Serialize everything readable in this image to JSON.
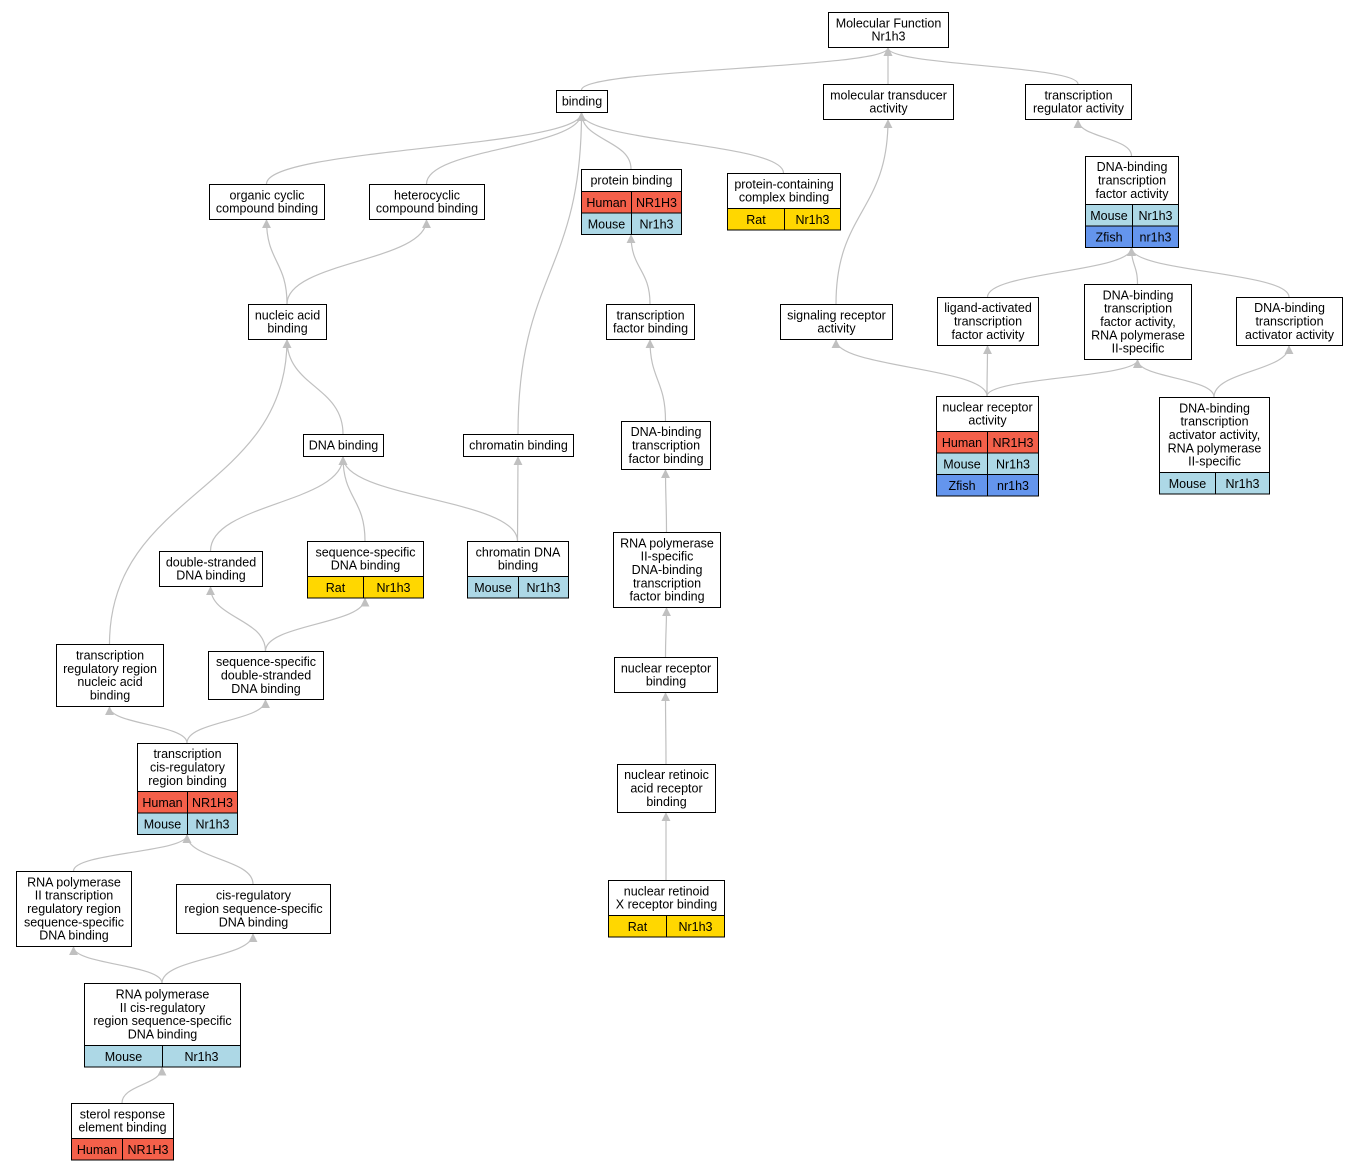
{
  "colors": {
    "Human": "#f4604a",
    "Mouse": "#add8e6",
    "Rat": "#ffd700",
    "Zfish": "#6495ed",
    "edge": "#c0c0c0",
    "arrow": "#c0c0c0"
  },
  "nodes": [
    {
      "id": "mf",
      "lines": [
        "Molecular Function",
        "Nr1h3"
      ],
      "species": []
    },
    {
      "id": "binding",
      "lines": [
        "binding"
      ],
      "species": []
    },
    {
      "id": "mta",
      "lines": [
        "molecular transducer",
        "activity"
      ],
      "species": []
    },
    {
      "id": "tra",
      "lines": [
        "transcription",
        "regulator activity"
      ],
      "species": []
    },
    {
      "id": "occb",
      "lines": [
        "organic cyclic",
        "compound binding"
      ],
      "species": []
    },
    {
      "id": "hccb",
      "lines": [
        "heterocyclic",
        "compound binding"
      ],
      "species": []
    },
    {
      "id": "pb",
      "lines": [
        "protein binding"
      ],
      "species": [
        [
          "Human",
          "NR1H3"
        ],
        [
          "Mouse",
          "Nr1h3"
        ]
      ]
    },
    {
      "id": "pccb",
      "lines": [
        "protein-containing",
        "complex binding"
      ],
      "species": [
        [
          "Rat",
          "Nr1h3"
        ]
      ]
    },
    {
      "id": "dbtfa",
      "lines": [
        "DNA-binding",
        "transcription",
        "factor activity"
      ],
      "species": [
        [
          "Mouse",
          "Nr1h3"
        ],
        [
          "Zfish",
          "nr1h3"
        ]
      ]
    },
    {
      "id": "nab",
      "lines": [
        "nucleic acid",
        "binding"
      ],
      "species": []
    },
    {
      "id": "tfb",
      "lines": [
        "transcription",
        "factor binding"
      ],
      "species": []
    },
    {
      "id": "sra",
      "lines": [
        "signaling receptor",
        "activity"
      ],
      "species": []
    },
    {
      "id": "latfa",
      "lines": [
        "ligand-activated",
        "transcription",
        "factor activity"
      ],
      "species": []
    },
    {
      "id": "dbtfap2",
      "lines": [
        "DNA-binding",
        "transcription",
        "factor activity,",
        "RNA polymerase",
        "II-specific"
      ],
      "species": []
    },
    {
      "id": "dbtaa",
      "lines": [
        "DNA-binding",
        "transcription",
        "activator activity"
      ],
      "species": []
    },
    {
      "id": "dnab",
      "lines": [
        "DNA binding"
      ],
      "species": []
    },
    {
      "id": "chb",
      "lines": [
        "chromatin binding"
      ],
      "species": []
    },
    {
      "id": "dbtfb",
      "lines": [
        "DNA-binding",
        "transcription",
        "factor binding"
      ],
      "species": []
    },
    {
      "id": "nra",
      "lines": [
        "nuclear receptor",
        "activity"
      ],
      "species": [
        [
          "Human",
          "NR1H3"
        ],
        [
          "Mouse",
          "Nr1h3"
        ],
        [
          "Zfish",
          "nr1h3"
        ]
      ]
    },
    {
      "id": "dbtaap2",
      "lines": [
        "DNA-binding",
        "transcription",
        "activator activity,",
        "RNA polymerase",
        "II-specific"
      ],
      "species": [
        [
          "Mouse",
          "Nr1h3"
        ]
      ]
    },
    {
      "id": "dsdb",
      "lines": [
        "double-stranded",
        "DNA binding"
      ],
      "species": []
    },
    {
      "id": "ssdb",
      "lines": [
        "sequence-specific",
        "DNA binding"
      ],
      "species": [
        [
          "Rat",
          "Nr1h3"
        ]
      ]
    },
    {
      "id": "chdb",
      "lines": [
        "chromatin DNA",
        "binding"
      ],
      "species": [
        [
          "Mouse",
          "Nr1h3"
        ]
      ]
    },
    {
      "id": "rp2dbtfb",
      "lines": [
        "RNA polymerase",
        "II-specific",
        "DNA-binding",
        "transcription",
        "factor binding"
      ],
      "species": []
    },
    {
      "id": "trrnab",
      "lines": [
        "transcription",
        "regulatory region",
        "nucleic acid",
        "binding"
      ],
      "species": []
    },
    {
      "id": "ssdsdb",
      "lines": [
        "sequence-specific",
        "double-stranded",
        "DNA binding"
      ],
      "species": []
    },
    {
      "id": "nrb",
      "lines": [
        "nuclear receptor",
        "binding"
      ],
      "species": []
    },
    {
      "id": "tcrrb",
      "lines": [
        "transcription",
        "cis-regulatory",
        "region binding"
      ],
      "species": [
        [
          "Human",
          "NR1H3"
        ],
        [
          "Mouse",
          "Nr1h3"
        ]
      ]
    },
    {
      "id": "nrarb",
      "lines": [
        "nuclear retinoic",
        "acid receptor",
        "binding"
      ],
      "species": []
    },
    {
      "id": "rp2trr",
      "lines": [
        "RNA polymerase",
        "II transcription",
        "regulatory region",
        "sequence-specific",
        "DNA binding"
      ],
      "species": []
    },
    {
      "id": "crrss",
      "lines": [
        "cis-regulatory",
        "region sequence-specific",
        "DNA binding"
      ],
      "species": []
    },
    {
      "id": "nrxrb",
      "lines": [
        "nuclear retinoid",
        "X receptor binding"
      ],
      "species": [
        [
          "Rat",
          "Nr1h3"
        ]
      ]
    },
    {
      "id": "rp2crr",
      "lines": [
        "RNA polymerase",
        "II cis-regulatory",
        "region sequence-specific",
        "DNA binding"
      ],
      "species": [
        [
          "Mouse",
          "Nr1h3"
        ]
      ]
    },
    {
      "id": "sreb",
      "lines": [
        "sterol response",
        "element binding"
      ],
      "species": [
        [
          "Human",
          "NR1H3"
        ]
      ]
    }
  ],
  "edges": [
    [
      "binding",
      "mf"
    ],
    [
      "mta",
      "mf"
    ],
    [
      "tra",
      "mf"
    ],
    [
      "occb",
      "binding"
    ],
    [
      "hccb",
      "binding"
    ],
    [
      "pb",
      "binding"
    ],
    [
      "pccb",
      "binding"
    ],
    [
      "chb",
      "binding"
    ],
    [
      "dbtfa",
      "tra"
    ],
    [
      "nab",
      "occb"
    ],
    [
      "nab",
      "hccb"
    ],
    [
      "tfb",
      "pb"
    ],
    [
      "sra",
      "mta"
    ],
    [
      "latfa",
      "dbtfa"
    ],
    [
      "dbtfap2",
      "dbtfa"
    ],
    [
      "dbtaa",
      "dbtfa"
    ],
    [
      "dnab",
      "nab"
    ],
    [
      "trrnab",
      "nab"
    ],
    [
      "dbtfb",
      "tfb"
    ],
    [
      "nra",
      "sra"
    ],
    [
      "nra",
      "latfa"
    ],
    [
      "nra",
      "dbtfap2"
    ],
    [
      "dbtaap2",
      "dbtfap2"
    ],
    [
      "dbtaap2",
      "dbtaa"
    ],
    [
      "dsdb",
      "dnab"
    ],
    [
      "ssdb",
      "dnab"
    ],
    [
      "chdb",
      "dnab"
    ],
    [
      "chdb",
      "chb"
    ],
    [
      "rp2dbtfb",
      "dbtfb"
    ],
    [
      "ssdsdb",
      "dsdb"
    ],
    [
      "ssdsdb",
      "ssdb"
    ],
    [
      "nrb",
      "rp2dbtfb"
    ],
    [
      "tcrrb",
      "trrnab"
    ],
    [
      "tcrrb",
      "ssdsdb"
    ],
    [
      "nrarb",
      "nrb"
    ],
    [
      "rp2trr",
      "tcrrb"
    ],
    [
      "crrss",
      "tcrrb"
    ],
    [
      "nrxrb",
      "nrarb"
    ],
    [
      "rp2crr",
      "rp2trr"
    ],
    [
      "rp2crr",
      "crrss"
    ],
    [
      "sreb",
      "rp2crr"
    ]
  ]
}
